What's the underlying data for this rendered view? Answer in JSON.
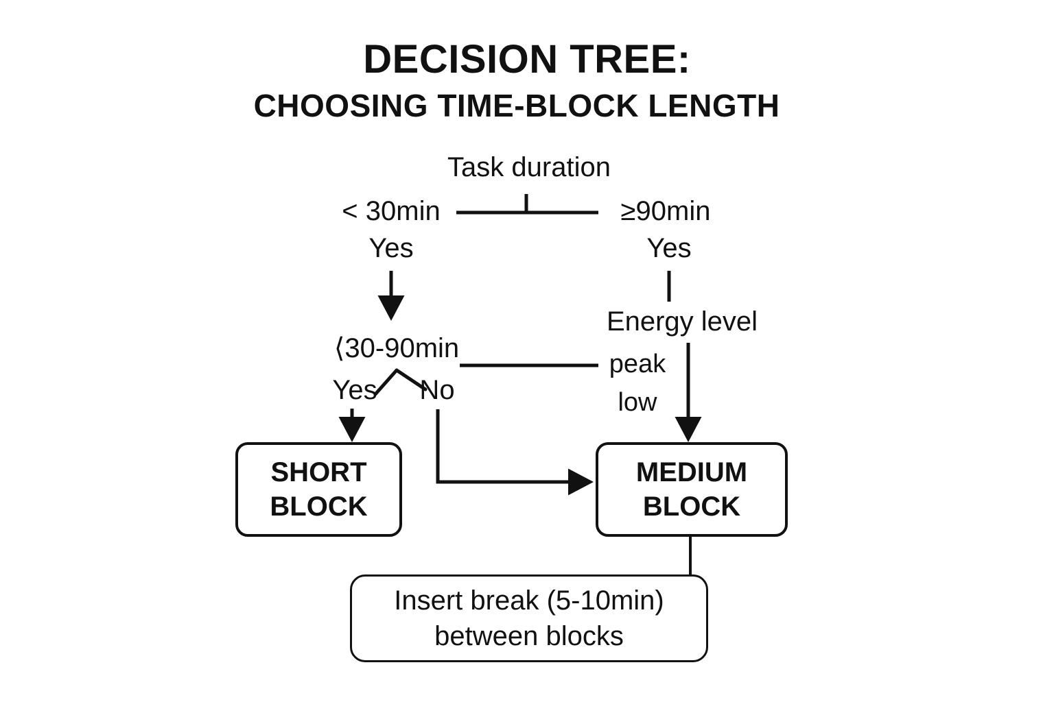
{
  "title": {
    "line1": "DECISION TREE:",
    "line2": "CHOOSING TIME-BLOCK LENGTH"
  },
  "root": {
    "label": "Task duration"
  },
  "branches": {
    "left_condition": "< 30min",
    "right_condition": "≥90min",
    "left_answer": "Yes",
    "right_answer": "Yes"
  },
  "second_level": {
    "left_question": "⟨30-90min",
    "left_yes": "Yes",
    "left_no": "No",
    "right_question": "Energy level",
    "right_option_peak": "peak",
    "right_option_low": "low"
  },
  "outcomes": {
    "short_block": "SHORT\nBLOCK",
    "medium_block": "MEDIUM\nBLOCK",
    "break_note": "Insert break (5-10min)\nbetween blocks"
  },
  "colors": {
    "ink": "#111111",
    "paper": "#ffffff"
  }
}
